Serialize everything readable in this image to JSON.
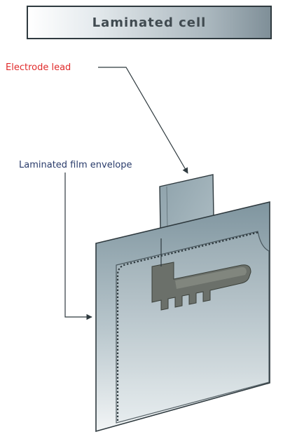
{
  "title": "Laminated cell",
  "labels": {
    "electrode_lead": "Electrode lead",
    "film_envelope": "Laminated film  envelope"
  },
  "colors": {
    "electrode_lead_label": "#e02b2b",
    "film_envelope_label": "#2a3c6b",
    "envelope_fill": "#8fa3ac",
    "lead_fill": "#9fb3bb",
    "outline": "#2f3a3f",
    "electrode_fill": "#6b706a"
  }
}
